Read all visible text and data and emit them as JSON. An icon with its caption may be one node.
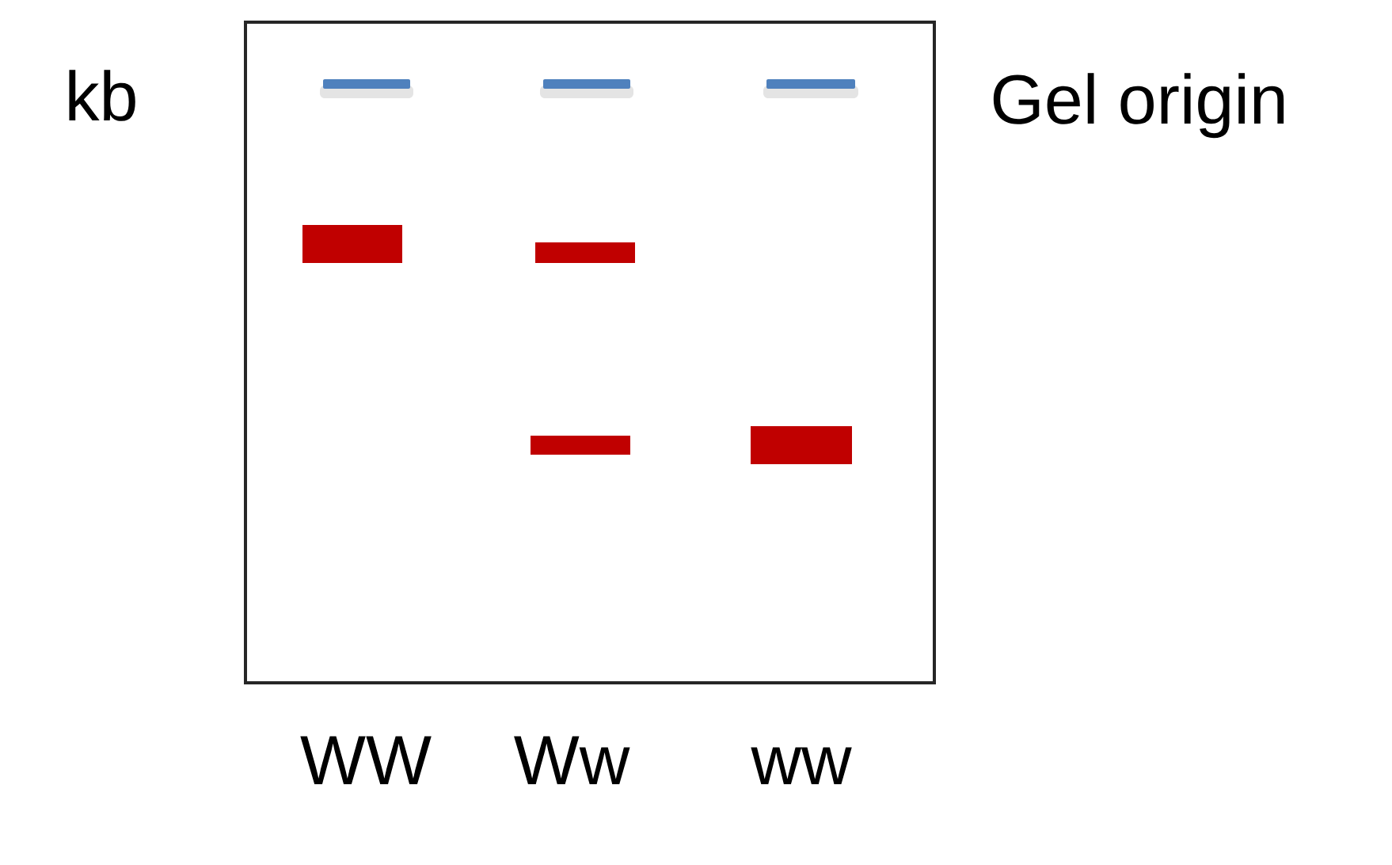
{
  "diagram": {
    "labels": [
      "kb",
      "Gel origin",
      "WW",
      "Ww",
      "ww"
    ]
  }
}
